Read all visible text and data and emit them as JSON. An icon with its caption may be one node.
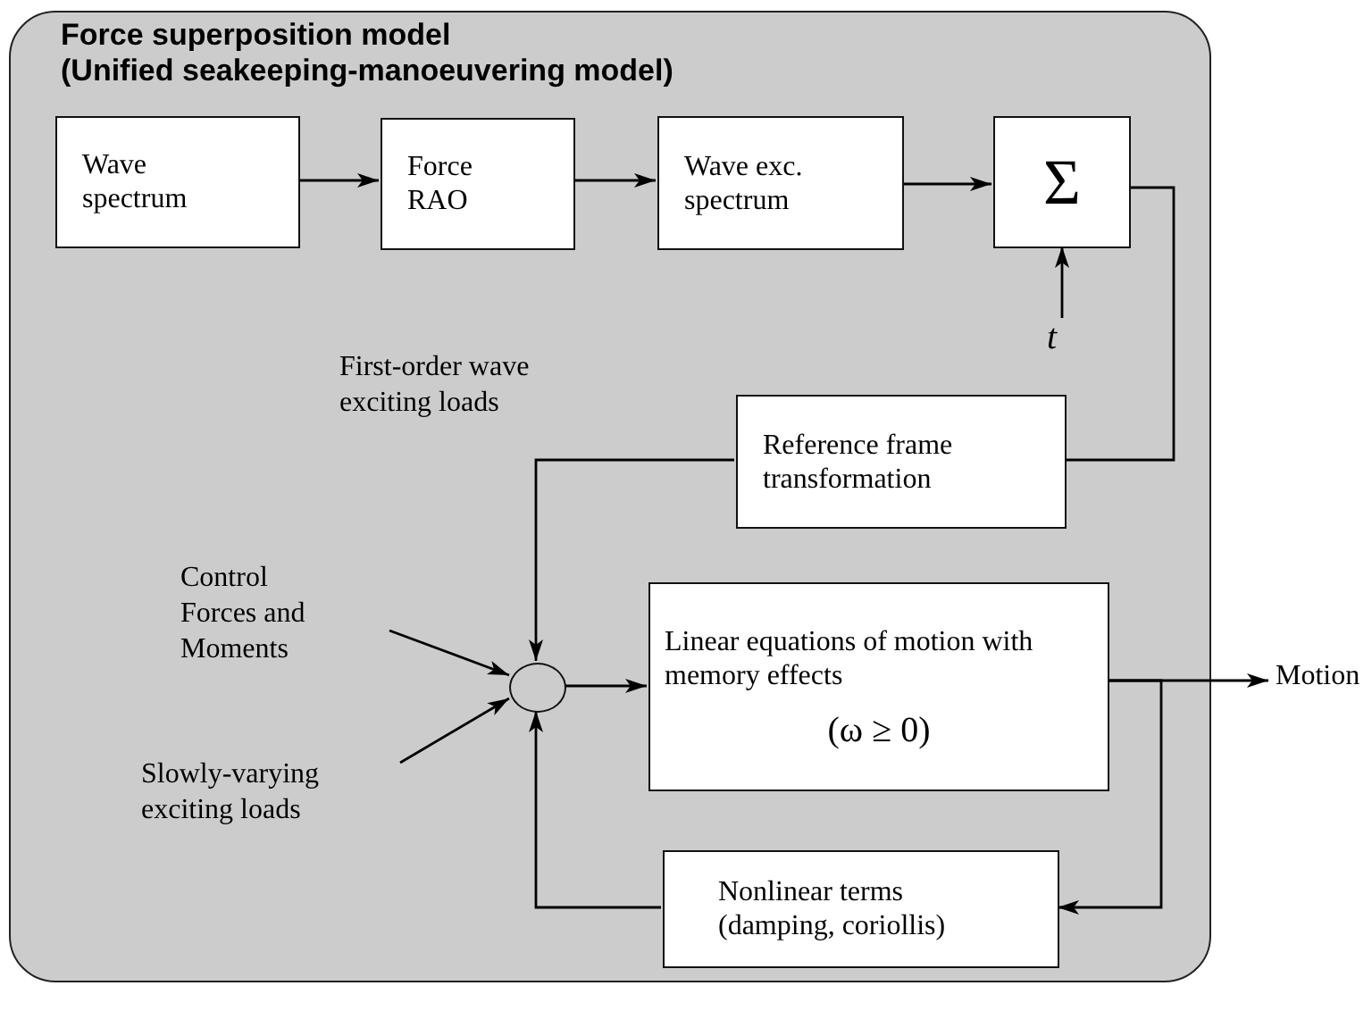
{
  "diagram": {
    "nodes": [
      {
        "text": [
          "Force superposition model",
          "(Unified seakeeping-manoeuvering model)"
        ]
      },
      {
        "text": [
          "Wave spectrum"
        ],
        "in": 0
      },
      {
        "text": [
          "Force RAO"
        ],
        "in": 0
      },
      {
        "text": [
          "Wave exc. spectrum"
        ],
        "in": 0
      },
      {
        "text": [
          "Σ"
        ],
        "in": 0
      },
      {
        "text": [
          "t"
        ],
        "in": 0
      },
      {
        "text": [
          "Reference frame transformation"
        ],
        "in": 0
      },
      {
        "text": [],
        "shape": "circle",
        "in": 0
      },
      {
        "text": [
          "Control Forces and Moments"
        ],
        "in": 0
      },
      {
        "text": [
          "Slowly-varying exciting loads"
        ],
        "in": 0
      },
      {
        "text": [
          "Linear equations of motion with memory effects",
          "(ω ≥ 0)"
        ],
        "in": 0
      },
      {
        "text": [
          "Motion"
        ]
      },
      {
        "text": [
          "Nonlinear terms (damping, coriollis)"
        ],
        "in": 0
      }
    ],
    "edges": [
      {
        "from": 1,
        "to": 2,
        "arrow": "to"
      },
      {
        "from": 2,
        "to": 3,
        "arrow": "to"
      },
      {
        "from": 3,
        "to": 4,
        "arrow": "to"
      },
      {
        "from": 5,
        "to": 4,
        "arrow": "to"
      },
      {
        "from": 4,
        "to": 6,
        "arrow": "none"
      },
      {
        "from": 6,
        "to": 7,
        "arrow": "to",
        "label": "First-order wave exciting loads"
      },
      {
        "from": 8,
        "to": 7,
        "arrow": "to"
      },
      {
        "from": 9,
        "to": 7,
        "arrow": "to"
      },
      {
        "from": 7,
        "to": 10,
        "arrow": "to"
      },
      {
        "from": 10,
        "to": 11,
        "arrow": "to"
      },
      {
        "from": 10,
        "to": 12,
        "arrow": "to"
      },
      {
        "from": 12,
        "to": 7,
        "arrow": "to"
      }
    ]
  }
}
